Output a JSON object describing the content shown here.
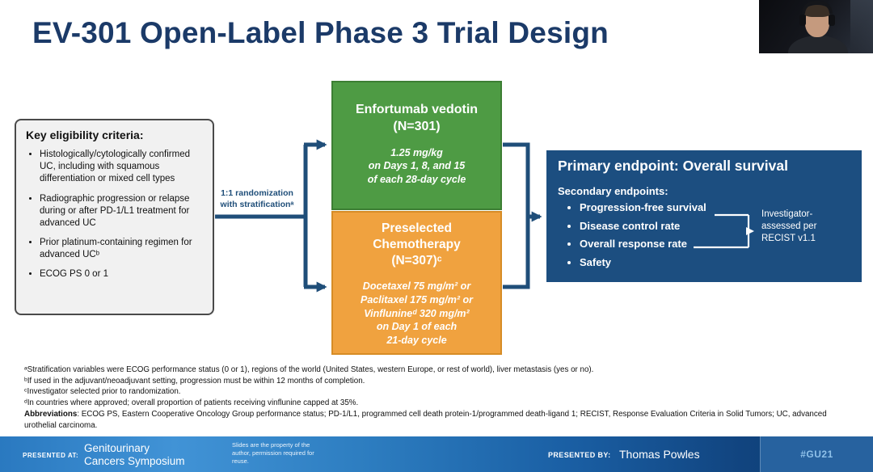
{
  "colors": {
    "title_navy": "#1b3a68",
    "arrow_navy": "#1f4e79",
    "green_arm": "#4e9b44",
    "orange_arm": "#f0a23f",
    "endpoint_blue": "#1c4e80",
    "footer_blue": "#1a5fa4"
  },
  "title": "EV-301 Open-Label Phase 3 Trial Design",
  "eligibility": {
    "heading": "Key eligibility criteria:",
    "items": [
      "Histologically/cytologically confirmed UC, including with squamous differentiation or mixed cell types",
      "Radiographic progression or relapse during or after PD-1/L1 treatment for advanced UC",
      "Prior platinum-containing regimen for advanced UCᵇ",
      "ECOG PS 0 or 1"
    ]
  },
  "randomization": {
    "line1": "1:1 randomization",
    "line2": "with stratificationᵃ"
  },
  "arms": {
    "ev": {
      "name": "Enfortumab vedotin",
      "n": "(N=301)",
      "dose_lines": [
        "1.25 mg/kg",
        "on Days 1, 8, and 15",
        "of each 28-day cycle"
      ]
    },
    "chemo": {
      "name_line1": "Preselected",
      "name_line2": "Chemotherapy",
      "n": "(N=307)ᶜ",
      "dose_lines": [
        "Docetaxel 75 mg/m² or",
        "Paclitaxel 175 mg/m² or",
        "Vinflunineᵈ 320 mg/m²",
        "on Day 1 of each",
        "21-day cycle"
      ]
    }
  },
  "endpoints": {
    "primary": "Primary endpoint: Overall survival",
    "secondary_heading": "Secondary endpoints:",
    "secondary_items": [
      "Progression-free survival",
      "Disease control rate",
      "Overall response rate",
      "Safety"
    ],
    "assessment": "Investigator-assessed per RECIST v1.1"
  },
  "footnotes": [
    "ᵃStratification variables were ECOG performance status (0 or 1), regions of the world (United States, western Europe, or rest of world), liver metastasis (yes or no).",
    "ᵇIf used in the adjuvant/neoadjuvant setting, progression must be within 12 months of completion.",
    "ᶜInvestigator selected prior to randomization.",
    "ᵈIn countries where approved; overall proportion of patients receiving vinflunine capped at 35%."
  ],
  "abbreviations": {
    "label": "Abbreviations",
    "text": ": ECOG PS, Eastern Cooperative Oncology Group performance status; PD-1/L1, programmed cell death protein-1/programmed death-ligand 1; RECIST, Response Evaluation Criteria in Solid Tumors; UC, advanced urothelial carcinoma."
  },
  "footer": {
    "presented_at_label": "PRESENTED AT:",
    "symposium_line1": "Genitourinary",
    "symposium_line2": "Cancers Symposium",
    "reuse_note": "Slides are the property of the author, permission required for reuse.",
    "presented_by_label": "PRESENTED BY:",
    "presenter_name": "Thomas Powles",
    "hashtag": "#GU21"
  }
}
